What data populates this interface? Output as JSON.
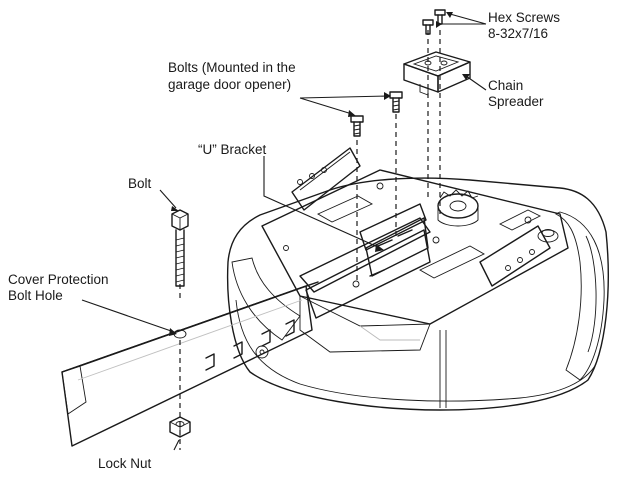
{
  "callouts": {
    "hex_screws": [
      "Hex Screws",
      "8-32x7/16"
    ],
    "chain_spreader": [
      "Chain",
      "Spreader"
    ],
    "bolts_mounted": [
      "Bolts (Mounted in the",
      "garage door opener)"
    ],
    "u_bracket": "“U” Bracket",
    "bolt": "Bolt",
    "cover_protection": [
      "Cover Protection",
      "Bolt Hole"
    ],
    "lock_nut": "Lock Nut"
  },
  "colors": {
    "ink": "#1a1a1a",
    "housing_light": "#f4f4f4",
    "housing_mid": "#e6e6e6",
    "housing_shade": "#cfcfcf",
    "rail_top": "#cfcfcf",
    "rail_side": "#8e8e8e",
    "bracket": "#a9a9a9",
    "cavity": "#4a4a4a"
  }
}
